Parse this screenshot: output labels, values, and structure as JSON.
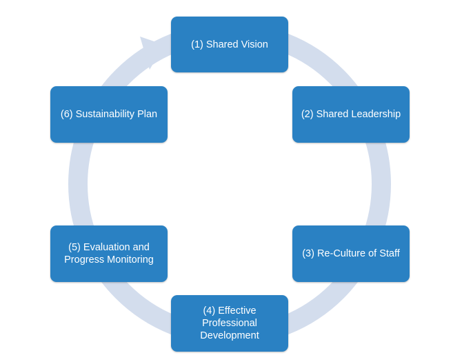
{
  "diagram": {
    "type": "cycle",
    "ring_color": "#d3dded",
    "node_color": "#2a81c3",
    "text_color": "#ffffff",
    "nodes": [
      {
        "id": "n1",
        "label": "(1) Shared Vision"
      },
      {
        "id": "n2",
        "label": "(2) Shared Leadership"
      },
      {
        "id": "n3",
        "label": "(3) Re-Culture of Staff"
      },
      {
        "id": "n4",
        "label": "(4) Effective Professional Development"
      },
      {
        "id": "n5",
        "label": "(5) Evaluation and Progress Monitoring"
      },
      {
        "id": "n6",
        "label": "(6) Sustainability Plan"
      }
    ]
  }
}
